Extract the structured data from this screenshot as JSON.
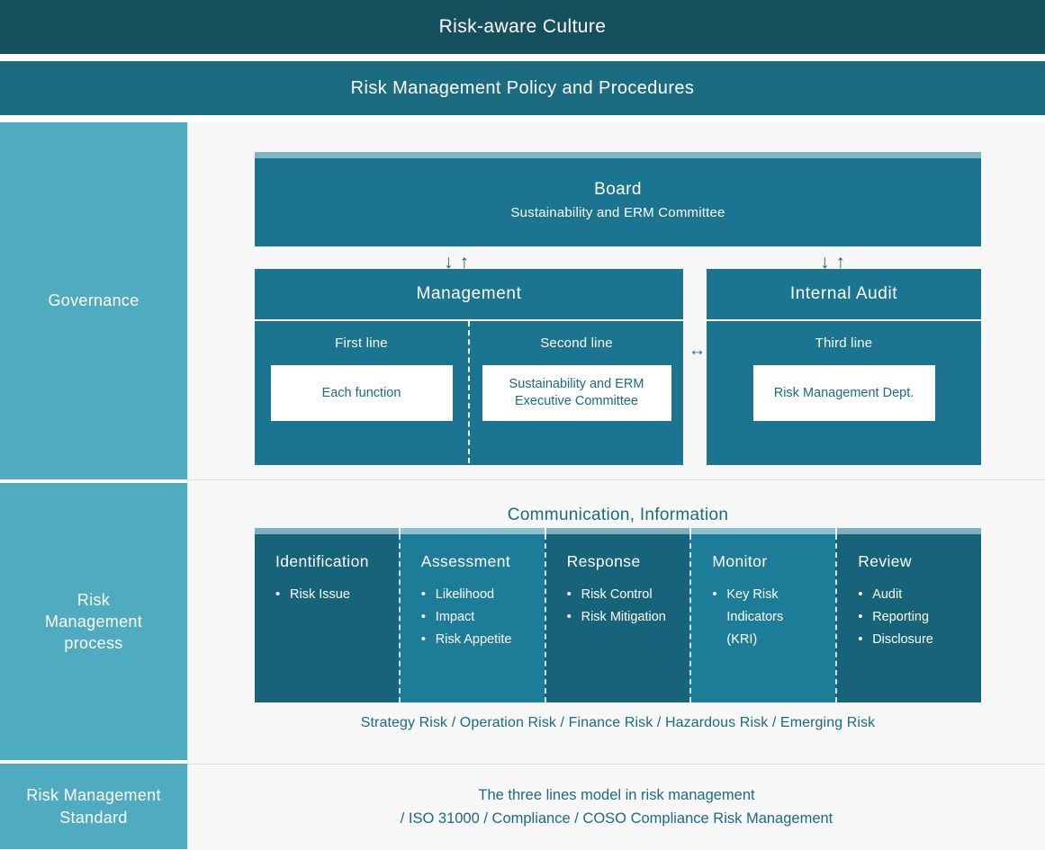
{
  "banners": {
    "culture": "Risk-aware Culture",
    "policy": "Risk Management Policy and Procedures"
  },
  "rails": {
    "governance": "Governance",
    "process": "Risk\nManagement\nprocess",
    "standard": "Risk Management\nStandard"
  },
  "governance": {
    "board": {
      "title": "Board",
      "subtitle": "Sustainability and ERM Committee"
    },
    "arrow_down": "↓",
    "arrow_up": "↑",
    "arrow_lr": "↔",
    "management": {
      "title": "Management",
      "lines": [
        {
          "label": "First line",
          "card": "Each function"
        },
        {
          "label": "Second line",
          "card": "Sustainability and ERM\nExecutive Committee"
        }
      ]
    },
    "internal_audit": {
      "title": "Internal Audit",
      "lines": [
        {
          "label": "Third line",
          "card": "Risk Management Dept."
        }
      ]
    }
  },
  "process": {
    "communication_title": "Communication, Information",
    "columns": [
      {
        "title": "Identification",
        "items": [
          "Risk Issue"
        ],
        "tone": "dark"
      },
      {
        "title": "Assessment",
        "items": [
          "Likelihood",
          "Impact",
          "Risk Appetite"
        ],
        "tone": "light"
      },
      {
        "title": "Response",
        "items": [
          "Risk Control",
          "Risk Mitigation"
        ],
        "tone": "dark"
      },
      {
        "title": "Monitor",
        "items": [
          "Key Risk Indicators (KRI)"
        ],
        "tone": "light"
      },
      {
        "title": "Review",
        "items": [
          "Audit",
          "Reporting",
          "Disclosure"
        ],
        "tone": "dark"
      }
    ],
    "risk_types": "Strategy Risk / Operation Risk / Finance Risk / Hazardous Risk / Emerging Risk"
  },
  "standard": {
    "line1": "The three lines model in risk management",
    "line2": "/ ISO 31000 / Compliance / COSO Compliance Risk Management"
  },
  "colors": {
    "dark_teal": "#15505f",
    "mid_teal": "#1b6b81",
    "box_teal": "#1b7490",
    "process_dark": "#17647a",
    "process_light": "#1d7d99",
    "rail_blue": "#4fabc0",
    "accent_bar": "#7fb5c4",
    "page_bg": "#f7f7f7"
  }
}
